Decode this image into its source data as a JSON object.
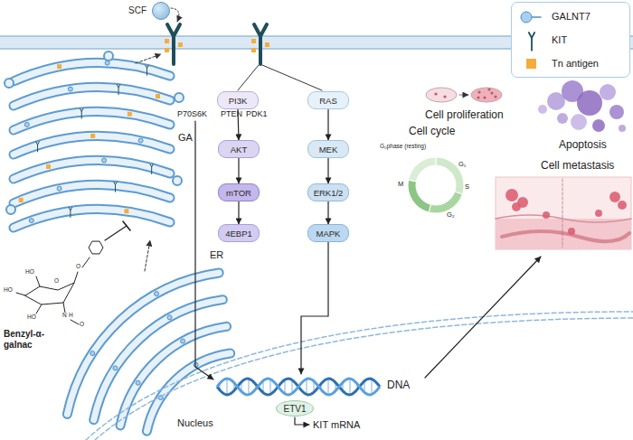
{
  "diagram": {
    "nodes": [
      {
        "text": [
          "SCF"
        ]
      },
      {
        "text": [
          "PI3K"
        ]
      },
      {
        "text": [
          "RAS"
        ]
      },
      {
        "text": [
          "AKT"
        ]
      },
      {
        "text": [
          "MEK"
        ]
      },
      {
        "text": [
          "mTOR"
        ]
      },
      {
        "text": [
          "ERK1/2"
        ]
      },
      {
        "text": [
          "4EBP1"
        ]
      },
      {
        "text": [
          "MAPK"
        ]
      },
      {
        "text": [
          "ETV1"
        ]
      }
    ],
    "edges": [
      {
        "from": 1,
        "to": 3,
        "arrow": "to"
      },
      {
        "from": 3,
        "to": 5,
        "arrow": "to"
      },
      {
        "from": 5,
        "to": 7,
        "arrow": "to"
      },
      {
        "from": 2,
        "to": 4,
        "arrow": "to"
      },
      {
        "from": 4,
        "to": 6,
        "arrow": "to"
      },
      {
        "from": 6,
        "to": 8,
        "arrow": "to"
      }
    ],
    "labels": [
      "PTEN",
      "PDK1",
      "P70S6K",
      "GA",
      "ER",
      "Benzyl-α-galnac",
      "Nucleus",
      "DNA",
      "KIT mRNA",
      "Cell proliferation",
      "Apoptosis",
      "Cell cycle",
      "Cell metastasis",
      "G₀phase (resting)",
      "G₁",
      "S",
      "G₂",
      "M",
      "HO",
      "HO",
      "O",
      "O",
      "HO",
      "N",
      "H",
      "O"
    ],
    "legend": [
      {
        "text": "GALNT7"
      },
      {
        "text": "KIT"
      },
      {
        "text": "Tn antigen"
      }
    ]
  }
}
